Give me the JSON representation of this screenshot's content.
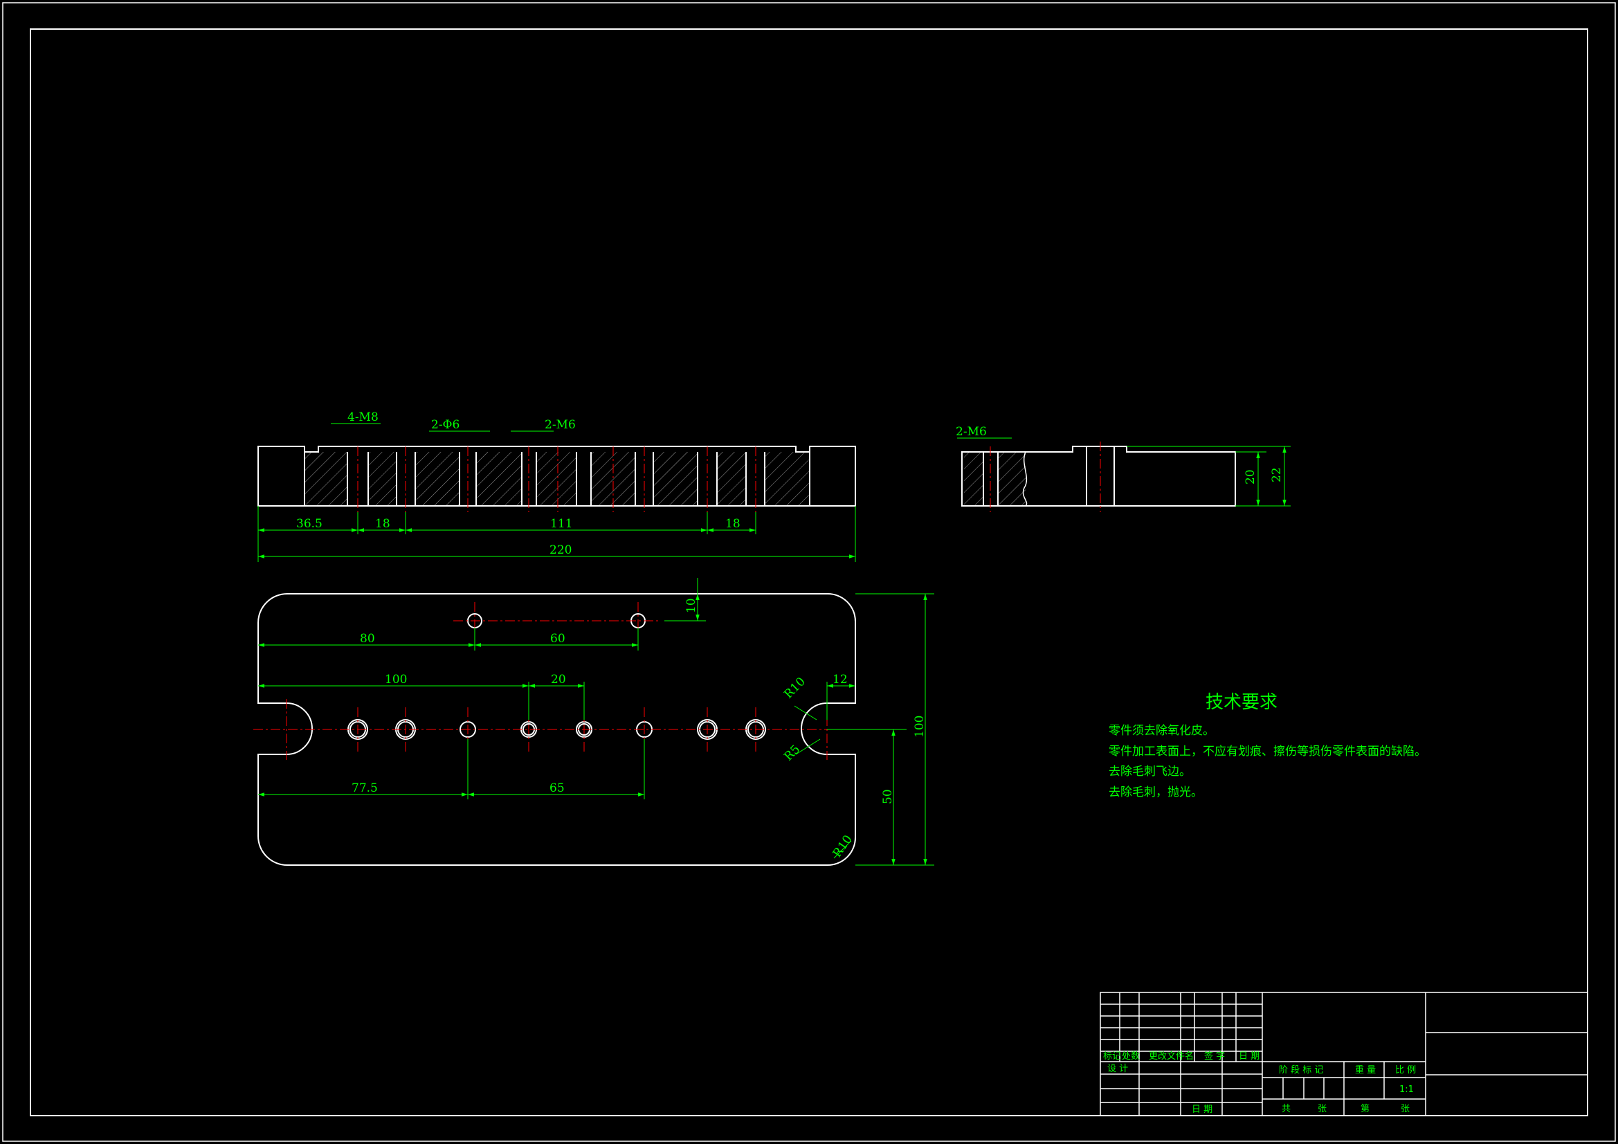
{
  "front_view": {
    "callouts": [
      "4-M8",
      "2-Φ6",
      "2-M6"
    ],
    "dims": [
      "36.5",
      "18",
      "111",
      "18",
      "220"
    ]
  },
  "side_view": {
    "callout": "2-M6",
    "dims": [
      "20",
      "22"
    ]
  },
  "top_view": {
    "dims": [
      "80",
      "60",
      "10",
      "100",
      "20",
      "77.5",
      "65",
      "12",
      "100",
      "50"
    ],
    "radii": [
      "R10",
      "R5",
      "R10"
    ]
  },
  "notes": {
    "title": "技术要求",
    "lines": [
      "零件须去除氧化皮。",
      "零件加工表面上，不应有划痕、擦伤等损伤零件表面的缺陷。",
      "去除毛刺飞边。",
      "去除毛刺，抛光。"
    ]
  },
  "title_block": {
    "rev_headers": [
      "标记",
      "处数",
      "更改文件名",
      "签 字",
      "日 期"
    ],
    "design_label": "设 计",
    "date_label": "日 期",
    "stage_label": "阶 段 标 记",
    "weight_label": "重 量",
    "scale_label": "比 例",
    "scale_value": "1:1",
    "total_label": "共",
    "sheets_label": "张",
    "sheet_label": "第",
    "sheet_unit": "张"
  },
  "colors": {
    "background": "#000000",
    "outline": "#ffffff",
    "dimension": "#00ff00",
    "centerline": "#ff0000",
    "hatch": "#9a9a9a"
  }
}
